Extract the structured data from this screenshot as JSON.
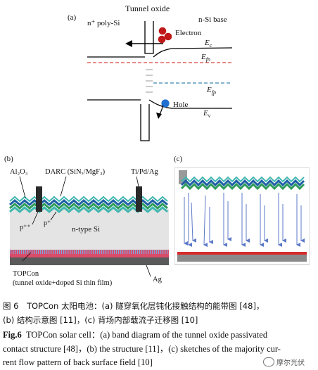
{
  "panel_a": {
    "label": "(a)",
    "tunnel_oxide": "Tunnel oxide",
    "left_region": "n⁺ poly-Si",
    "right_region": "n-Si base",
    "electron": "Electron",
    "hole": "Hole",
    "ec": "E",
    "ec_sub": "c",
    "efn": "E",
    "efn_sub": "fn",
    "efp": "E",
    "efp_sub": "fp",
    "ev": "E",
    "ev_sub": "v"
  },
  "panel_b": {
    "label": "(b)",
    "al2o3": "Al₂O₃",
    "darc": "DARC (SiNₓ/MgF₂)",
    "metal": "Ti/Pd/Ag",
    "p_pp": "p⁺⁺",
    "p_p": "p⁺",
    "ntype": "n-type Si",
    "topcon": "TOPCon",
    "topcon_desc": "(tunnel oxide+doped Si thin film)",
    "ag": "Ag"
  },
  "panel_c": {
    "label": "(c)"
  },
  "caption": {
    "zh": "图 6　TOPCon 太阳电池：(a) 隧穿氧化层钝化接触结构的能带图 [48]，",
    "zh2": "(b) 结构示意图 [11]，(c) 背场内部载流子迁移图 [10]",
    "en_label": "Fig.6",
    "en1": "TOPCon solar cell：(a) band diagram of the tunnel oxide passivated",
    "en2": "contact structure [48]，(b) the structure [11]，(c) sketches of the majority cur-",
    "en3": "rent flow pattern of back surface field [10]"
  },
  "watermark": "摩尔光伏",
  "colors": {
    "efn_line": "#d9463e",
    "efp_line": "#3a86b4",
    "electron": "#c01818",
    "hole": "#1f6fd1",
    "green": "#2e9c5a",
    "blue": "#1f5fa8",
    "teal": "#3fb7b0",
    "grey_si": "#e4e4e4",
    "topcon": "#d94c6a",
    "topcon_stripe": "#7fa6d8",
    "ag": "#5a5a5a",
    "arrow": "#5b78c8"
  }
}
